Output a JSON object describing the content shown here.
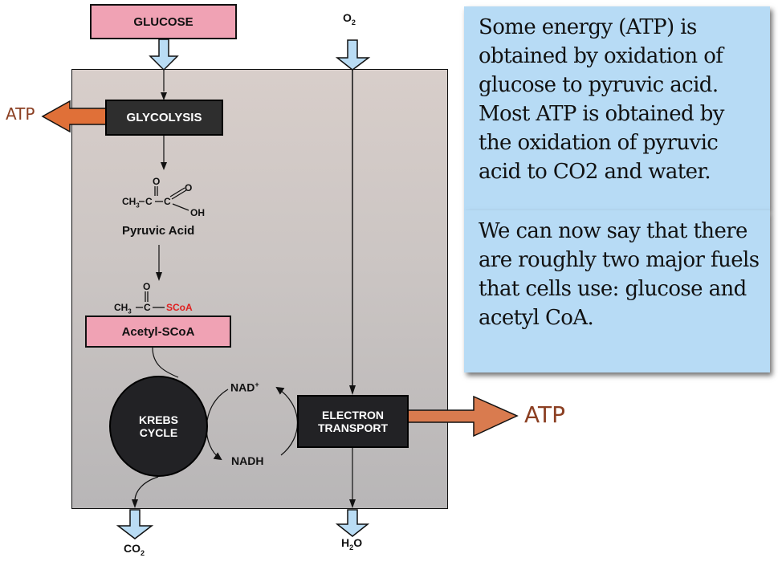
{
  "diagram": {
    "inputs": {
      "glucose": "GLUCOSE",
      "o2": {
        "base": "O",
        "sub": "2"
      }
    },
    "steps": {
      "glycolysis": "GLYCOLYSIS",
      "pyruvic_acid_label": "Pyruvic Acid",
      "acetyl_scoa": "Acetyl-SCoA",
      "krebs_line1": "KREBS",
      "krebs_line2": "CYCLE",
      "electron_line1": "ELECTRON",
      "electron_line2": "TRANSPORT"
    },
    "pyruvic_formula": {
      "ch3": "CH",
      "ch3_sub": "3",
      "c": "C",
      "o": "O",
      "oh": "OH"
    },
    "acetyl_formula": {
      "ch3": "CH",
      "ch3_sub": "3",
      "c": "C",
      "o": "O",
      "scoa": "SCoA",
      "scoa_color": "#e02020"
    },
    "cofactors": {
      "nad": "NAD",
      "nad_sup": "+",
      "nadh": "NADH"
    },
    "outputs": {
      "atp_left": "ATP",
      "atp_right": "ATP",
      "co2": {
        "base": "CO",
        "sub": "2"
      },
      "h2o": {
        "base": "H",
        "sub": "2",
        "tail": "O"
      }
    },
    "colors": {
      "pink_box": "#f0a2b4",
      "dark_box": "#2e2e2e",
      "atp_arrow": "#d97b4f",
      "atp_text": "#8b3f22",
      "flow_arrow": "#b9dcf4",
      "note_bg": "#b7dbf5"
    }
  },
  "notes": [
    {
      "text": "Some energy (ATP) is obtained by oxidation of glucose to pyruvic acid. Most ATP is obtained by the oxidation of pyruvic acid to CO2 and water."
    },
    {
      "text": "We can now say that there are roughly two major fuels that cells use: glucose and acetyl CoA."
    }
  ]
}
